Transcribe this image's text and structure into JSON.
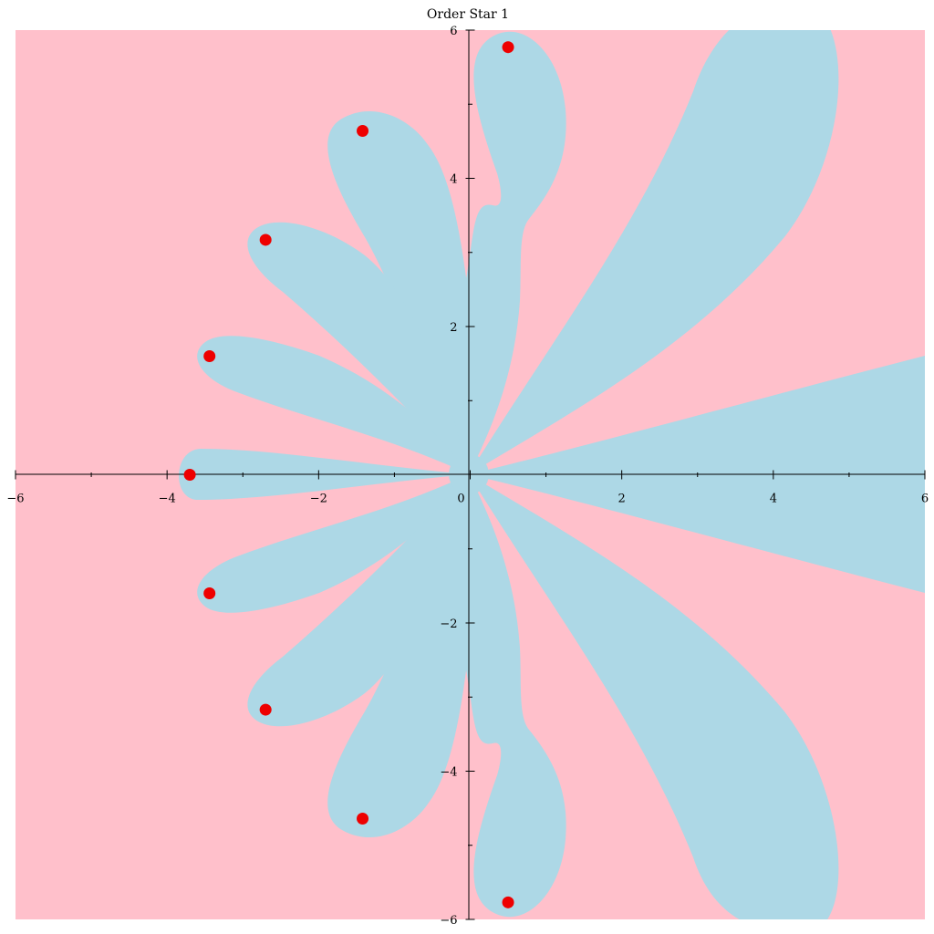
{
  "chart_data": {
    "type": "scatter",
    "title": "Order Star 1",
    "xlabel": "",
    "ylabel": "",
    "xlim": [
      -6,
      6
    ],
    "ylim": [
      -6,
      6
    ],
    "x_ticks": [
      -6,
      -4,
      -2,
      0,
      2,
      4,
      6
    ],
    "y_ticks": [
      -6,
      -4,
      -2,
      2,
      4,
      6
    ],
    "x_tick_labels": [
      "−6",
      "−4",
      "−2",
      "0",
      "2",
      "4",
      "6"
    ],
    "y_tick_labels": [
      "−6",
      "−4",
      "−2",
      "2",
      "4",
      "6"
    ],
    "minor_tick_step": 1,
    "grid": false,
    "region_colors": {
      "outside": "#ffc0cb",
      "inside": "#add8e6"
    },
    "series": [
      {
        "type": "scatter",
        "color": "#ee0000",
        "x": [
          0.5,
          -1.42,
          -2.7,
          -3.44,
          -3.7,
          -3.44,
          -2.7,
          -1.42,
          0.5
        ],
        "y": [
          5.77,
          4.64,
          3.17,
          1.6,
          0.0,
          -1.6,
          -3.17,
          -4.64,
          -5.77
        ]
      }
    ]
  }
}
